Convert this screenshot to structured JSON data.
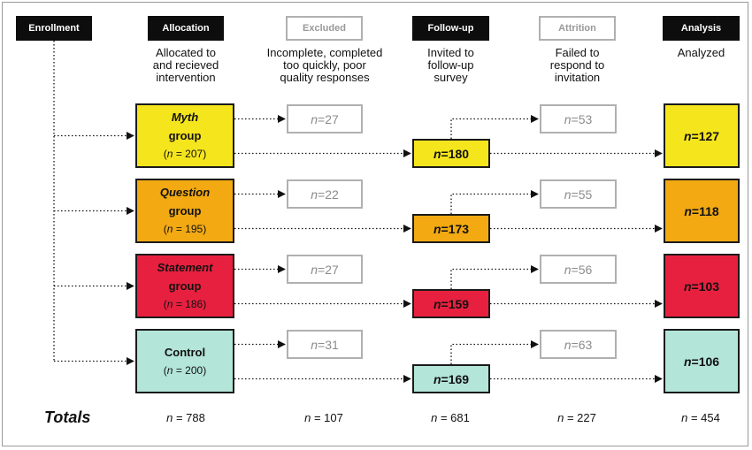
{
  "headers": {
    "enrollment": "Enrollment",
    "allocation": "Allocation",
    "excluded": "Excluded",
    "followup": "Follow-up",
    "attrition": "Attrition",
    "analysis": "Analysis"
  },
  "subtitles": {
    "allocation": [
      "Allocated to",
      "and recieved",
      "intervention"
    ],
    "excluded": [
      "Incomplete, completed",
      "too quickly, poor",
      "quality responses"
    ],
    "followup": [
      "Invited to",
      "follow-up",
      "survey"
    ],
    "attrition": [
      "Failed to",
      "respond to",
      "invitation"
    ],
    "analysis": [
      "Analyzed"
    ]
  },
  "n_symbol": "n",
  "groups": [
    {
      "name": "Myth",
      "name_italic": true,
      "suffix": "group",
      "n": "207",
      "excluded": "27",
      "followup": "180",
      "attrition": "53",
      "analyzed": "127",
      "color": "#f5e51d"
    },
    {
      "name": "Question",
      "name_italic": true,
      "suffix": "group",
      "n": "195",
      "excluded": "22",
      "followup": "173",
      "attrition": "55",
      "analyzed": "118",
      "color": "#f2a912"
    },
    {
      "name": "Statement",
      "name_italic": true,
      "suffix": "group",
      "n": "186",
      "excluded": "27",
      "followup": "159",
      "attrition": "56",
      "analyzed": "103",
      "color": "#e8203f"
    },
    {
      "name": "Control",
      "name_italic": false,
      "suffix": "",
      "n": "200",
      "excluded": "31",
      "followup": "169",
      "attrition": "63",
      "analyzed": "106",
      "color": "#b3e5d8"
    }
  ],
  "totals": {
    "label": "Totals",
    "allocation": "788",
    "excluded": "107",
    "followup": "681",
    "attrition": "227",
    "analysis": "454"
  }
}
